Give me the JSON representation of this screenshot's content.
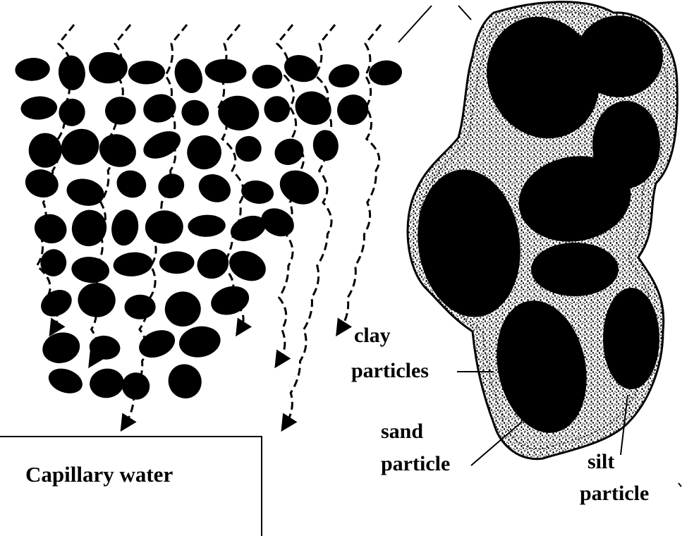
{
  "labels": {
    "clay": [
      "clay",
      "particles"
    ],
    "sand": [
      "sand",
      "particle"
    ],
    "silt": [
      "silt",
      "particle"
    ]
  },
  "caption": "Capillary water"
}
